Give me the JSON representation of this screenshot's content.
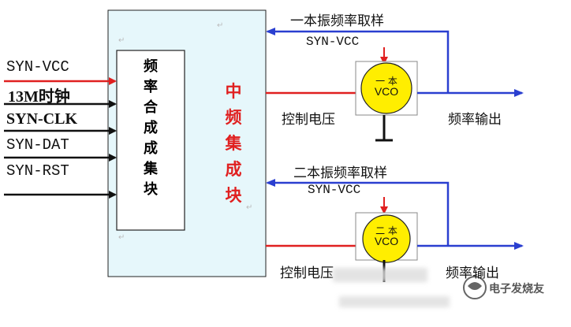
{
  "inputs": [
    {
      "label": "SYN-VCC",
      "color": "#e02020"
    },
    {
      "label": "13M时钟",
      "color": "#111111"
    },
    {
      "label": "SYN-CLK",
      "color": "#111111"
    },
    {
      "label": "SYN-DAT",
      "color": "#111111"
    },
    {
      "label": "SYN-RST",
      "color": "#111111"
    }
  ],
  "synth_block": {
    "label_chars": [
      "频",
      "率",
      "合",
      "成",
      "成",
      "集",
      "块"
    ]
  },
  "if_block": {
    "label_chars": [
      "中",
      "频",
      "集",
      "成",
      "块"
    ],
    "color": "#e02020"
  },
  "vco1": {
    "sample_label": "一本振频率取样",
    "supply_label": "SYN-VCC",
    "name_line1": "一 本",
    "name_line2": "VCO",
    "control_label": "控制电压",
    "output_label": "频率输出"
  },
  "vco2": {
    "sample_label": "二本振频率取样",
    "supply_label": "SYN-VCC",
    "name_line1": "二 本",
    "name_line2": "VCO",
    "control_label": "控制电压",
    "output_label": "频率输出"
  },
  "watermark": "电子发烧友",
  "colors": {
    "block_fill": "#e6f7fb",
    "vco_fill": "#ffee00",
    "red_wire": "#e02020",
    "blue_wire": "#2a3fd0",
    "black_wire": "#111111"
  }
}
